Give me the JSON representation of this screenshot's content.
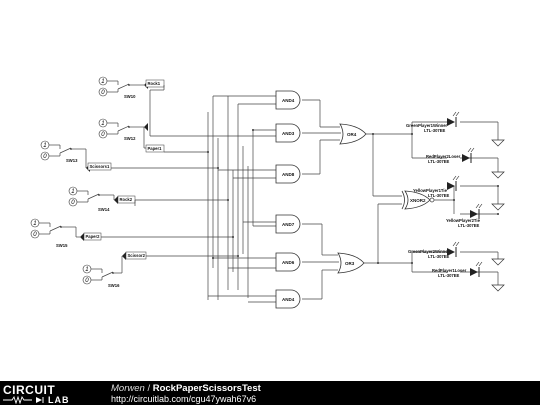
{
  "switches": [
    {
      "id": "sw10",
      "name": "SW10",
      "label": "Rock1"
    },
    {
      "id": "sw12",
      "name": "SW12",
      "label": "Paper1"
    },
    {
      "id": "sw13",
      "name": "SW13",
      "label": "Scissors1"
    },
    {
      "id": "sw14",
      "name": "SW14",
      "label": "Rock2"
    },
    {
      "id": "sw15",
      "name": "SW15",
      "label": "Paper2"
    },
    {
      "id": "sw16",
      "name": "SW16",
      "label": "Scissor2"
    }
  ],
  "switch_state_on": "1",
  "switch_state_off": "0",
  "gates": [
    {
      "id": "and4-a",
      "label": "AND4"
    },
    {
      "id": "and3",
      "label": "AND3"
    },
    {
      "id": "and8",
      "label": "AND8"
    },
    {
      "id": "and7",
      "label": "AND7"
    },
    {
      "id": "and6",
      "label": "AND6"
    },
    {
      "id": "and4-b",
      "label": "AND4"
    },
    {
      "id": "or4",
      "label": "OR4"
    },
    {
      "id": "or3",
      "label": "OR3"
    },
    {
      "id": "xnor2",
      "label": "XNOR2"
    }
  ],
  "leds": [
    {
      "id": "led1",
      "name": "GreenPlayer1Winner",
      "part": "LTL-307EE"
    },
    {
      "id": "led2",
      "name": "RedPlayer2Loser",
      "part": "LTL-307EE"
    },
    {
      "id": "led3",
      "name": "YellowPlayer1Tie",
      "part": "LTL-307EE"
    },
    {
      "id": "led4",
      "name": "YellowPlayer2Tie",
      "part": "LTL-307EE"
    },
    {
      "id": "led5",
      "name": "GreenPlayer2Winner",
      "part": "LTL-307EE"
    },
    {
      "id": "led6",
      "name": "RedPlayer1Loser",
      "part": "LTL-307EE"
    }
  ],
  "footer": {
    "brand_top": "CIRCUIT",
    "brand_bottom": "LAB",
    "author": "Morwen",
    "separator": "/",
    "title": "RockPaperScissorsTest",
    "url": "http://circuitlab.com/cgu47ywah67v6"
  }
}
